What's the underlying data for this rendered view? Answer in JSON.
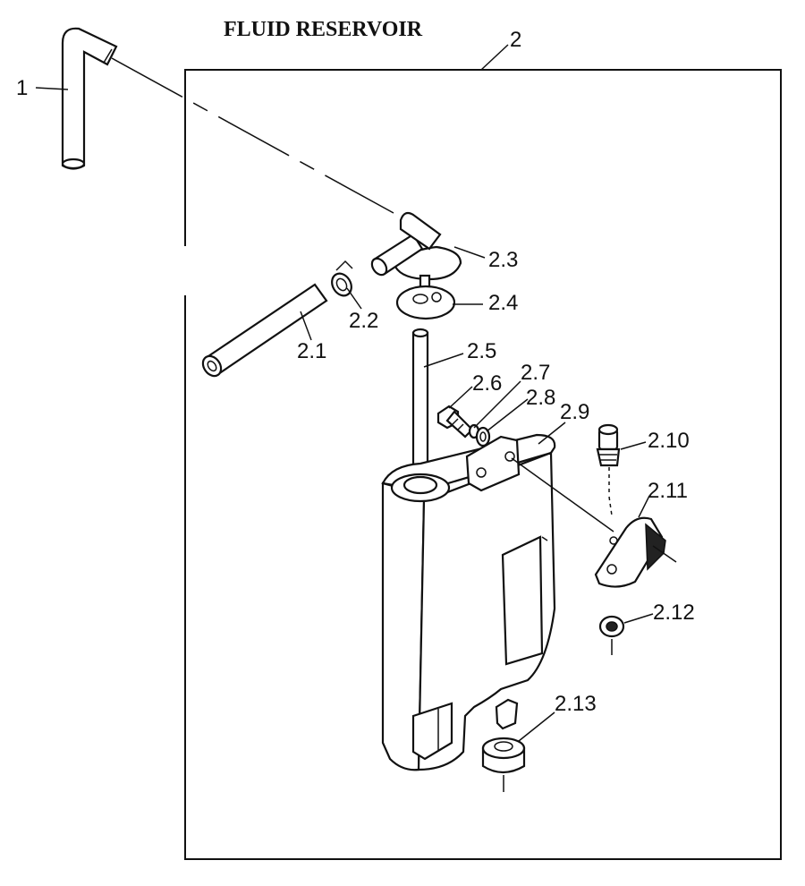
{
  "title": "FLUID RESERVOIR",
  "parts": {
    "p1": "1",
    "p2": "2",
    "p2_1": "2.1",
    "p2_2": "2.2",
    "p2_3": "2.3",
    "p2_4": "2.4",
    "p2_5": "2.5",
    "p2_6": "2.6",
    "p2_7": "2.7",
    "p2_8": "2.8",
    "p2_9": "2.9",
    "p2_10": "2.10",
    "p2_11": "2.11",
    "p2_12": "2.12",
    "p2_13": "2.13"
  }
}
